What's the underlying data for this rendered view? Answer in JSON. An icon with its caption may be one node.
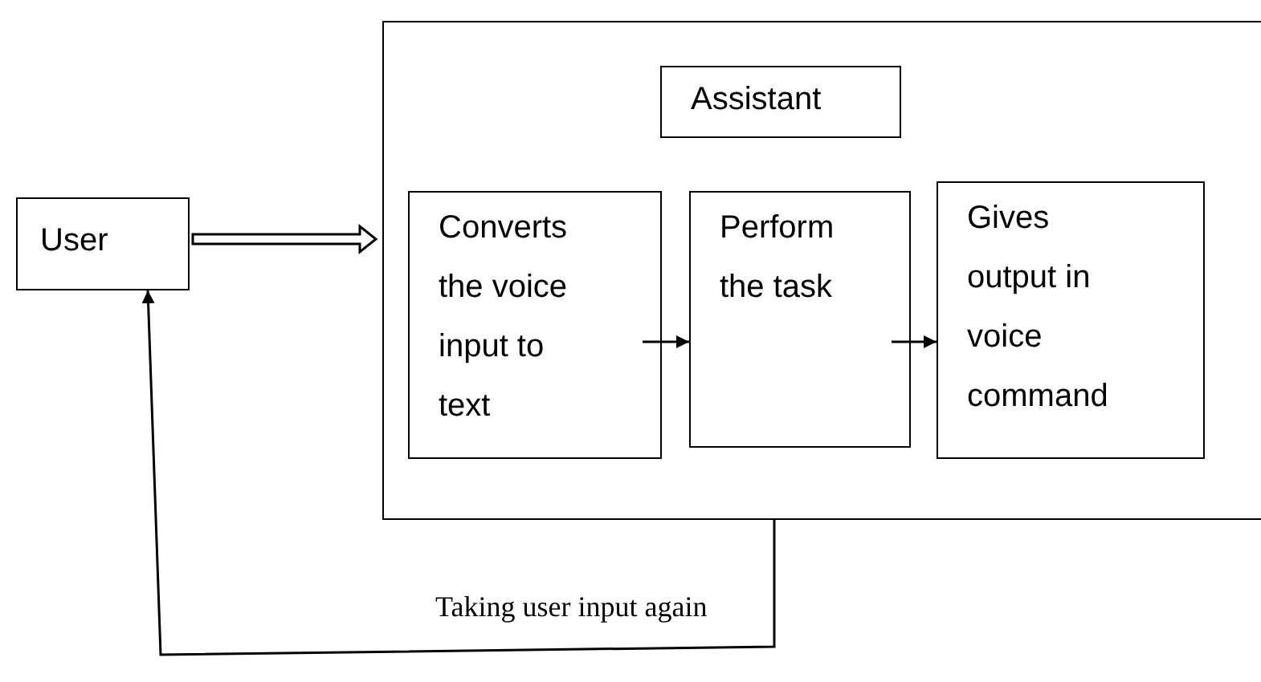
{
  "diagram": {
    "nodes": [
      {
        "text": [
          "User"
        ]
      },
      {
        "text": [],
        "shape": "box"
      },
      {
        "text": [
          "Assistant"
        ],
        "in": 1
      },
      {
        "text": [
          "Converts the voice input to text"
        ],
        "in": 1
      },
      {
        "text": [
          "Perform the task"
        ],
        "in": 1
      },
      {
        "text": [
          "Gives output in voice command"
        ],
        "in": 1
      }
    ],
    "edges": [
      {
        "from": 0,
        "to": 1,
        "arrow": "to"
      },
      {
        "from": 3,
        "to": 4,
        "arrow": "to"
      },
      {
        "from": 4,
        "to": 5,
        "arrow": "to"
      },
      {
        "from": 1,
        "to": 0,
        "arrow": "to",
        "label": "Taking user input again"
      }
    ]
  }
}
